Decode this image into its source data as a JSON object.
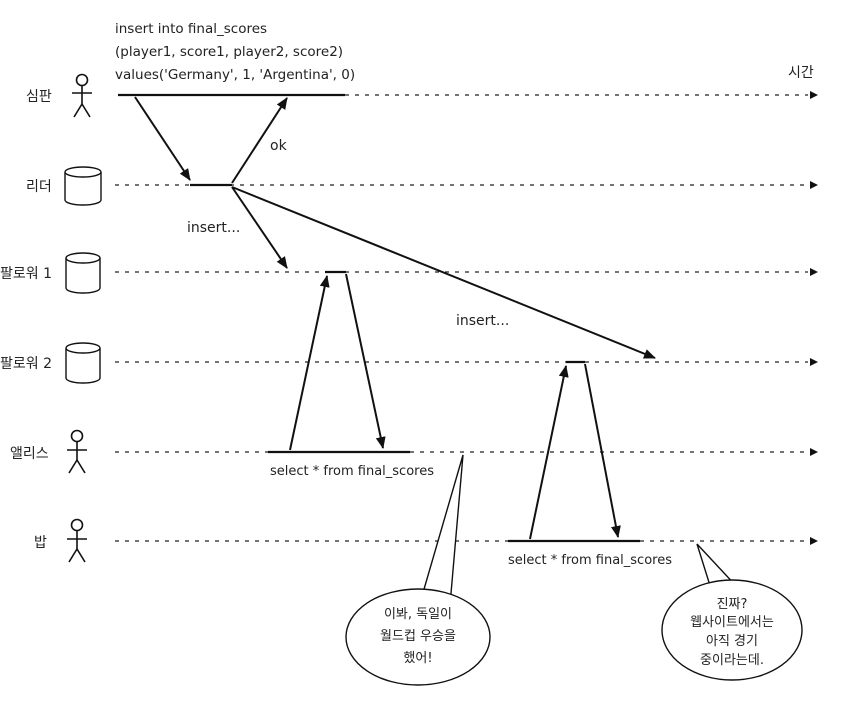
{
  "diagram": {
    "query": {
      "line1": "insert into final_scores",
      "line2": "(player1, score1, player2, score2)",
      "line3": "values('Germany', 1, 'Argentina', 0)"
    },
    "time_label": "시간",
    "ok_label": "ok",
    "insert_label_1": "insert...",
    "insert_label_2": "insert...",
    "actors": {
      "referee": "심판",
      "leader": "리더",
      "follower1": "팔로워 1",
      "follower2": "팔로워 2",
      "alice": "앨리스",
      "bob": "밥"
    },
    "alice_query": "select * from final_scores",
    "bob_query": "select * from final_scores",
    "alice_bubble": [
      "이봐, 독일이",
      "월드컵 우승을",
      "했어!"
    ],
    "bob_bubble": [
      "진짜?",
      "웹사이트에서는",
      "아직 경기",
      "중이라는데."
    ]
  }
}
